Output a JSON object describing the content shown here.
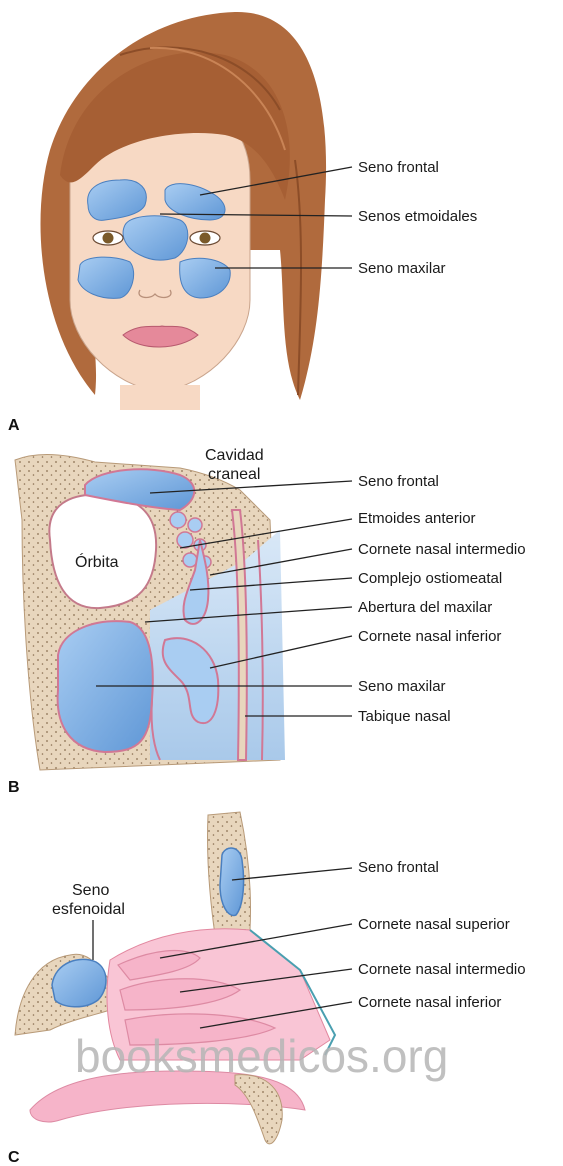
{
  "panels": {
    "a": {
      "letter": "A",
      "labels": [
        "Seno frontal",
        "Senos etmoidales",
        "Seno maxilar"
      ]
    },
    "b": {
      "letter": "B",
      "labels": [
        "Seno frontal",
        "Etmoides anterior",
        "Cornete nasal intermedio",
        "Complejo ostiomeatal",
        "Abertura del maxilar",
        "Cornete nasal inferior",
        "Seno maxilar",
        "Tabique nasal"
      ],
      "cavidad_line1": "Cavidad",
      "cavidad_line2": "craneal",
      "orbita": "Órbita"
    },
    "c": {
      "letter": "C",
      "labels": [
        "Seno frontal",
        "Cornete nasal superior",
        "Cornete nasal intermedio",
        "Cornete nasal inferior"
      ],
      "esfenoidal_line1": "Seno",
      "esfenoidal_line2": "esfenoidal"
    }
  },
  "watermark": "booksmedicos.org",
  "colors": {
    "hair": "#b06a3d",
    "skin": "#f7d9c4",
    "sinus": "#7fb0e6",
    "bone": "#e8d6bd",
    "mucosa": "#e98aa8",
    "cornete": "#f6b4c9"
  }
}
